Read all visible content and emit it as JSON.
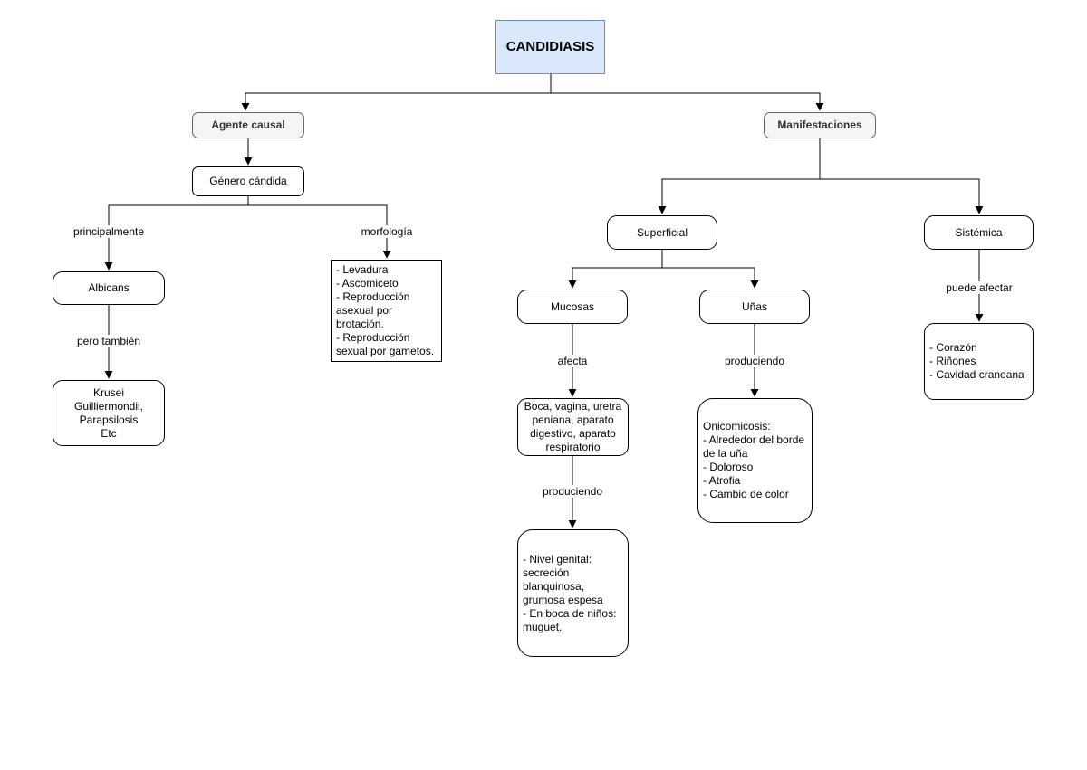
{
  "diagram_title": "CANDIDIASIS",
  "colors": {
    "root_fill": "#dae8fc",
    "root_border": "#6c8ebf",
    "branch_fill": "#f5f5f5",
    "branch_border": "#666666",
    "node_fill": "#ffffff",
    "line": "#000000"
  },
  "nodes": {
    "candidiasis": {
      "label": "CANDIDIASIS"
    },
    "agente_causal": {
      "label": "Agente causal"
    },
    "genero_candida": {
      "label": "Género cándida"
    },
    "albicans": {
      "label": "Albicans"
    },
    "krusei": {
      "label": "Krusei\nGuilliermondii,\nParapsilosis\nEtc"
    },
    "morfologia_detalle": {
      "label": "- Levadura\n- Ascomiceto\n- Reproducción asexual por brotación.\n- Reproducción sexual por gametos."
    },
    "manifestaciones": {
      "label": "Manifestaciones"
    },
    "superficial": {
      "label": "Superficial"
    },
    "sistemica": {
      "label": "Sistémica"
    },
    "mucosas": {
      "label": "Mucosas"
    },
    "unas": {
      "label": "Uñas"
    },
    "zonas_afectadas": {
      "label": "Boca, vagina, uretra peniana, aparato digestivo, aparato respiratorio"
    },
    "nivel_genital": {
      "label": "- Nivel genital: secreción blanquinosa, grumosa espesa\n- En boca de niños: muguet."
    },
    "onicomicosis": {
      "label": "Onicomicosis:\n- Alrededor del borde de la uña\n- Doloroso\n- Atrofia\n- Cambio de color"
    },
    "organos_sistemica": {
      "label": "- Corazón\n- Riñones\n- Cavidad craneana"
    }
  },
  "edge_labels": {
    "principalmente": "principalmente",
    "morfologia": "morfología",
    "pero_tambien": "pero también",
    "afecta": "afecta",
    "produciendo_mucosas": "produciendo",
    "produciendo_unas": "produciendo",
    "puede_afectar": "puede afectar"
  }
}
